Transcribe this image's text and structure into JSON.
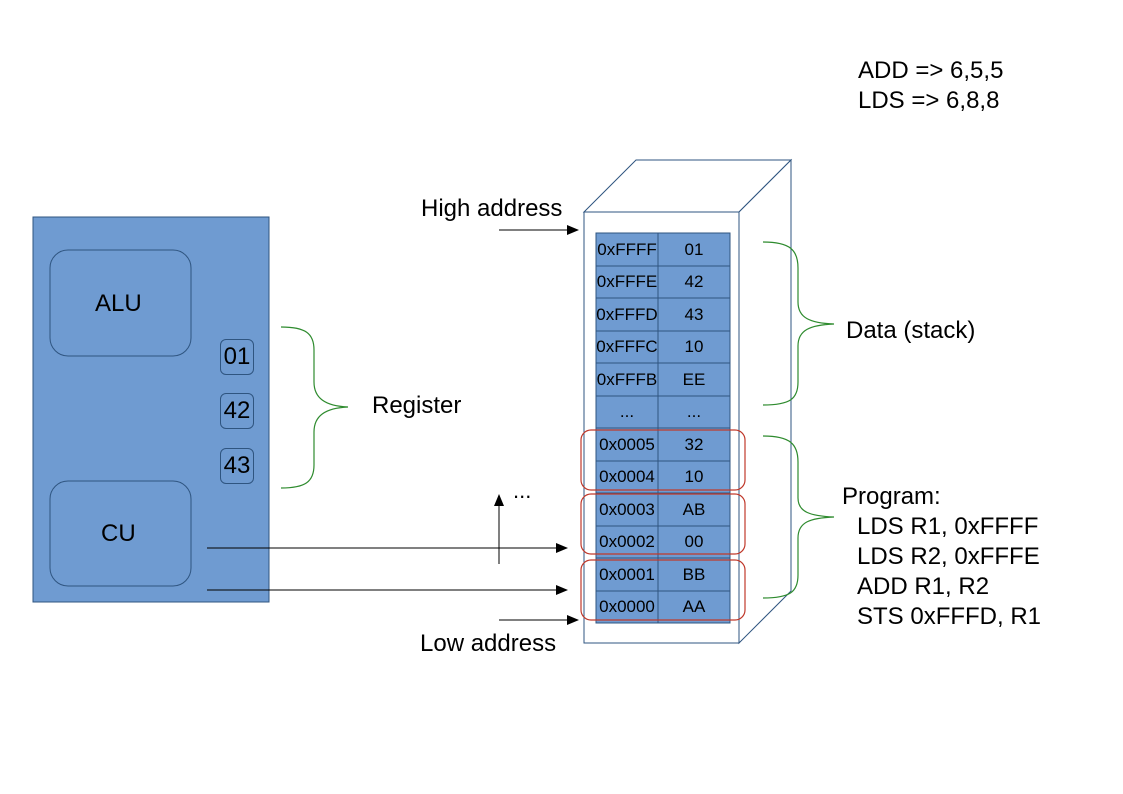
{
  "instruction_notes": [
    "ADD => 6,5,5",
    "LDS => 6,8,8"
  ],
  "cpu": {
    "alu_label": "ALU",
    "cu_label": "CU",
    "registers": [
      "01",
      "42",
      "43"
    ],
    "register_label": "Register"
  },
  "memory": {
    "high_address_label": "High address",
    "low_address_label": "Low address",
    "ellipsis_label": "...",
    "rows": [
      {
        "address": "0xFFFF",
        "value": "01"
      },
      {
        "address": "0xFFFE",
        "value": "42"
      },
      {
        "address": "0xFFFD",
        "value": "43"
      },
      {
        "address": "0xFFFC",
        "value": "10"
      },
      {
        "address": "0xFFFB",
        "value": "EE"
      },
      {
        "address": "...",
        "value": "..."
      },
      {
        "address": "0x0005",
        "value": "32"
      },
      {
        "address": "0x0004",
        "value": "10"
      },
      {
        "address": "0x0003",
        "value": "AB"
      },
      {
        "address": "0x0002",
        "value": "00"
      },
      {
        "address": "0x0001",
        "value": "BB"
      },
      {
        "address": "0x0000",
        "value": "AA"
      }
    ]
  },
  "data_section_label": "Data (stack)",
  "program": {
    "title": "Program:",
    "lines": [
      "LDS R1, 0xFFFF",
      "LDS R2, 0xFFFE",
      "ADD R1, R2",
      "STS 0xFFFD, R1"
    ]
  },
  "colors": {
    "box_fill": "#6f9bd1",
    "box_stroke": "#2f5580",
    "brace_green": "#2e8b2e",
    "highlight_red": "#c0392b"
  }
}
